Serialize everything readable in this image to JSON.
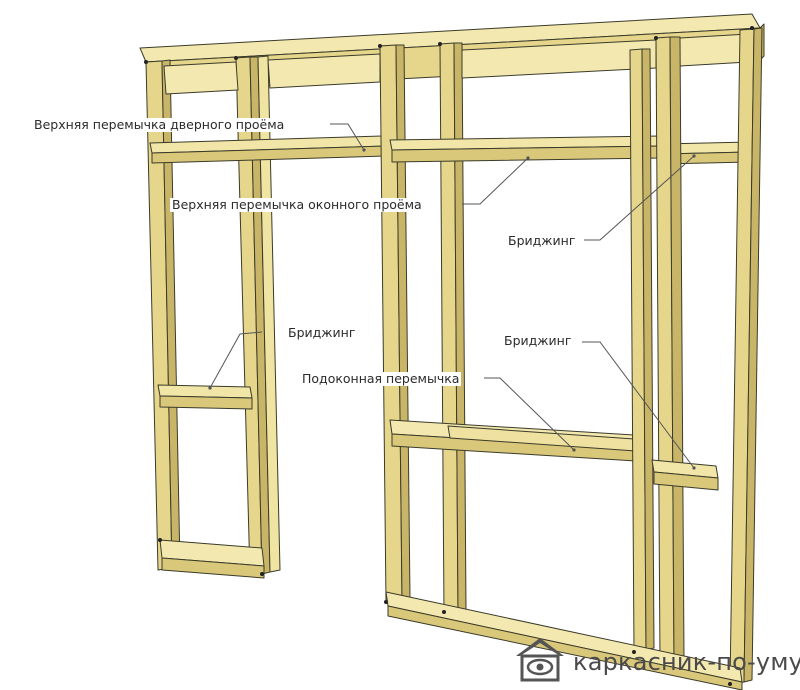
{
  "labels": {
    "door_header": "Верхняя перемычка дверного проёма",
    "window_header": "Верхняя перемычка оконного проёма",
    "bridging_upper_right": "Бриджинг",
    "bridging_left": "Бриджинг",
    "bridging_right": "Бриджинг",
    "sill_header": "Подоконная перемычка"
  },
  "watermark": {
    "text": "каркасник-по-уму.рф",
    "icon": "house-eye-logo-icon"
  },
  "colors": {
    "lumber_light": "#f1e6a8",
    "lumber_mid": "#e6d68c",
    "lumber_dark": "#c9b567",
    "outline": "#3b3b2a",
    "leader": "#555555"
  }
}
